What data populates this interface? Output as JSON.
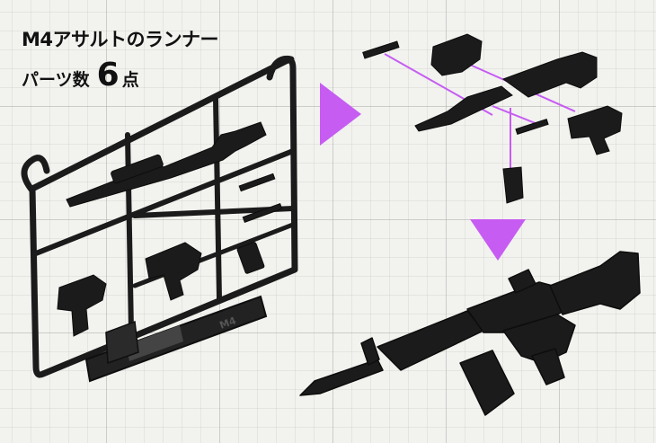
{
  "title": "M4アサルトのランナー",
  "parts_count": {
    "label": "パーツ数",
    "number": "6",
    "unit": "点"
  },
  "runner": {
    "tag_text": "M4"
  },
  "colors": {
    "arrow": "#c65cf2",
    "guide_line": "#c65cf2",
    "plastic": "#1b1b1b",
    "background": "#f2f2ef"
  }
}
